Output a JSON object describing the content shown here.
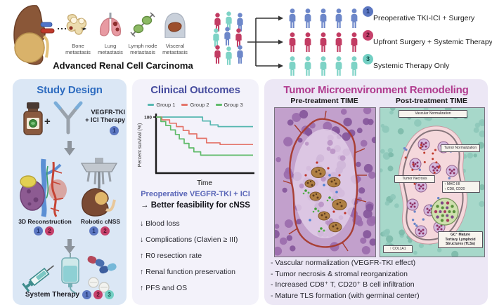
{
  "header": {
    "disease_label": "Advanced Renal Cell Carcinoma",
    "metastases": [
      {
        "line1": "Bone",
        "line2": "metastasis"
      },
      {
        "line1": "Lung",
        "line2": "metastasis"
      },
      {
        "line1": "Lymph node",
        "line2": "metastasis"
      },
      {
        "line1": "Visceral",
        "line2": "metastasis"
      }
    ],
    "groups": [
      {
        "num": "1",
        "label": "Preoperative TKI-ICI + Surgery",
        "person_color": "#6d87c9"
      },
      {
        "num": "2",
        "label": "Upfront Surgery + Systemic Therapy",
        "person_color": "#c23c63"
      },
      {
        "num": "3",
        "label": "Systemic Therapy Only",
        "person_color": "#7ed3c6"
      }
    ],
    "cluster_colors": [
      "#c23c63",
      "#7ed3c6",
      "#6d87c9",
      "#7ed3c6",
      "#6d87c9",
      "#c23c63",
      "#c23c63",
      "#7ed3c6",
      "#6d87c9"
    ]
  },
  "badge_styles": {
    "1": {
      "bg": "#5c77c1",
      "fg": "#172a63"
    },
    "2": {
      "bg": "#c6416b",
      "fg": "#51102a"
    },
    "3": {
      "bg": "#72cfc3",
      "fg": "#0d4a44"
    }
  },
  "study_design": {
    "title": "Study Design",
    "plus": "+",
    "therapy_line1": "VEGFR-TKI",
    "therapy_line2": "+ ICI Therapy",
    "therapy_badges": [
      "1"
    ],
    "steps": [
      {
        "label": "3D Reconstruction",
        "badges": [
          "1",
          "2"
        ]
      },
      {
        "label": "Robotic cNSS",
        "badges": [
          "1",
          "2"
        ]
      }
    ],
    "final_label": "System Therapy",
    "final_badges": [
      "1",
      "2",
      "3"
    ]
  },
  "clinical_outcomes": {
    "title": "Clinical Outcomes",
    "highlight_line1": "Preoperative VEGFR-TKI + ICI",
    "highlight_line2": "→ Better feasibility for cNSS",
    "bullets": [
      "↓ Blood loss",
      "↓ Complications (Clavien ≥ III)",
      "↑ R0 resection rate",
      "↑ Renal function preservation",
      "↑ PFS and OS"
    ]
  },
  "chart_data": {
    "type": "line",
    "subtype": "kaplan-meier-step",
    "title": "",
    "xlabel": "Time",
    "ylabel": "Percent survival (%)",
    "xlim": [
      0,
      10
    ],
    "ylim": [
      0,
      100
    ],
    "ytick_labels": [
      "100"
    ],
    "grid": false,
    "legend_position": "top",
    "series": [
      {
        "name": "Group 1",
        "color": "#56b7b0",
        "points": [
          [
            0,
            100
          ],
          [
            4.8,
            100
          ],
          [
            4.8,
            93
          ],
          [
            5.6,
            93
          ],
          [
            5.6,
            86
          ],
          [
            6.4,
            86
          ],
          [
            6.4,
            83
          ],
          [
            10,
            83
          ]
        ]
      },
      {
        "name": "Group 2",
        "color": "#e4756b",
        "points": [
          [
            0,
            100
          ],
          [
            0.6,
            100
          ],
          [
            0.6,
            95
          ],
          [
            1.4,
            95
          ],
          [
            1.4,
            89
          ],
          [
            2.1,
            89
          ],
          [
            2.1,
            83
          ],
          [
            2.8,
            83
          ],
          [
            2.8,
            76
          ],
          [
            3.4,
            76
          ],
          [
            3.4,
            70
          ],
          [
            4.2,
            70
          ],
          [
            4.2,
            62
          ],
          [
            5.2,
            62
          ],
          [
            5.2,
            54
          ],
          [
            6.6,
            54
          ],
          [
            6.6,
            51
          ],
          [
            10,
            51
          ]
        ]
      },
      {
        "name": "Group 3",
        "color": "#5fbb6a",
        "points": [
          [
            0,
            100
          ],
          [
            0.5,
            100
          ],
          [
            0.5,
            92
          ],
          [
            1.0,
            92
          ],
          [
            1.0,
            85
          ],
          [
            1.5,
            85
          ],
          [
            1.5,
            77
          ],
          [
            2.0,
            77
          ],
          [
            2.0,
            69
          ],
          [
            2.4,
            69
          ],
          [
            2.4,
            61
          ],
          [
            2.9,
            61
          ],
          [
            2.9,
            53
          ],
          [
            3.4,
            53
          ],
          [
            3.4,
            45
          ],
          [
            3.9,
            45
          ],
          [
            3.9,
            38
          ],
          [
            4.6,
            38
          ],
          [
            4.6,
            32
          ],
          [
            10,
            32
          ]
        ]
      }
    ]
  },
  "tme": {
    "title": "Tumor Microenvironment Remodeling",
    "pre_label": "Pre-treatment TIME",
    "post_label": "Post-treatment TIME",
    "post_annotations": {
      "vascular": "Vascular Normalization",
      "tumor_norm": "Tumor Normalization",
      "necrosis": "Tumor Necrosis",
      "mhc": "↑ MHC-I/II",
      "cd": "↑ CD8, CD20",
      "tls_line1": "GC⁺ Mature",
      "tls_line2": "Tertiary Lymphoid",
      "tls_line3": "Structures (TLSs)",
      "col": "↑ COL1A1"
    },
    "bullets": [
      "- Vascular normalization (VEGFR-TKI effect)",
      "- Tumor necrosis & stromal reorganization",
      "- Increased CD8⁺ T, CD20⁺ B cell infiltration",
      "- Mature TLS formation (with germinal center)"
    ]
  }
}
